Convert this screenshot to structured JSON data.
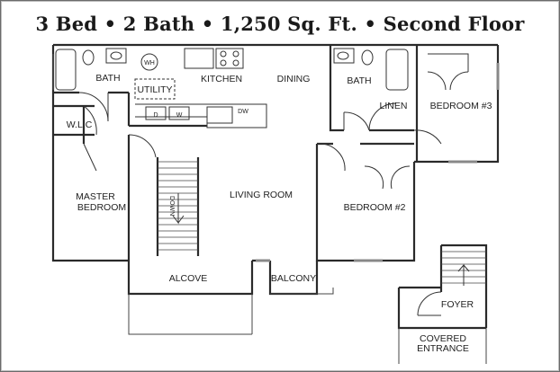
{
  "title": "3 Bed • 2 Bath • 1,250 Sq. Ft. • Second Floor",
  "rooms": {
    "bath_left": "BATH",
    "utility": "UTILITY",
    "kitchen": "KITCHEN",
    "dining": "DINING",
    "bath_right": "BATH",
    "linen": "LINEN",
    "bedroom3": "BEDROOM #3",
    "wlc": "W.L.C",
    "master_line1": "MASTER",
    "master_line2": "BEDROOM",
    "living": "LIVING ROOM",
    "bedroom2": "BEDROOM #2",
    "alcove": "ALCOVE",
    "balcony": "BALCONY",
    "foyer": "FOYER",
    "covered_line1": "COVERED",
    "covered_line2": "ENTRANCE"
  },
  "fixtures": {
    "wh": "WH",
    "d": "D",
    "w": "W",
    "dw": "DW",
    "down": "DOWN",
    "up": "UP"
  }
}
